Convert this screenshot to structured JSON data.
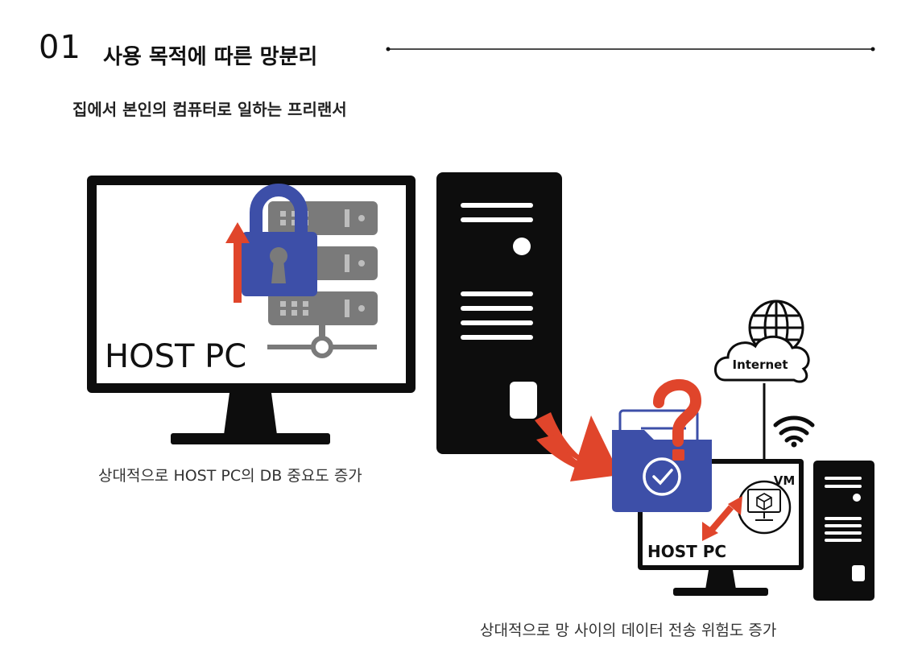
{
  "section": {
    "number": "01",
    "title": "사용 목적에 따른 망분리",
    "subtitle": "집에서 본인의 컴퓨터로 일하는 프리랜서"
  },
  "left_scene": {
    "monitor_label": "HOST PC",
    "caption": "상대적으로 HOST PC의 DB 중요도 증가"
  },
  "right_scene": {
    "cloud_label": "Internet",
    "vm_label": "VM",
    "monitor_label": "HOST PC",
    "caption": "상대적으로 망 사이의 데이터 전송 위험도 증가"
  },
  "colors": {
    "accent_red": "#e0452b",
    "lock_blue": "#3d4fa8",
    "server_gray": "#7a7a7a",
    "dark": "#0d0d0d"
  }
}
